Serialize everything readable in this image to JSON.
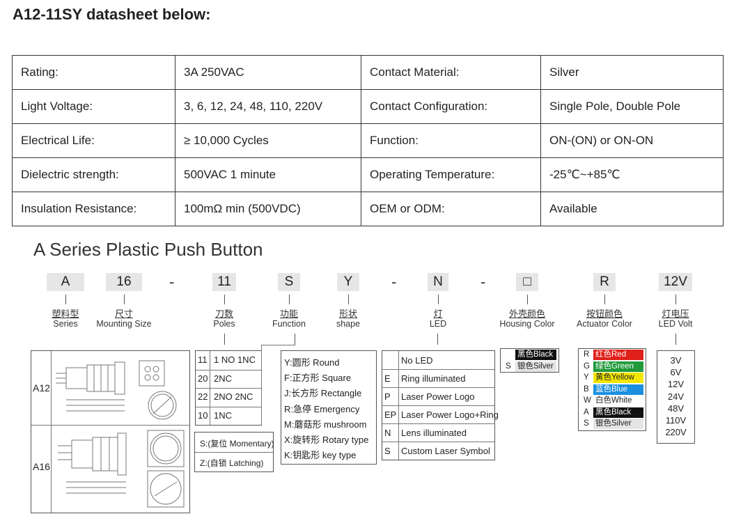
{
  "title": "A12-11SY datasheet below:",
  "spec_rows": [
    [
      "Rating:",
      "3A 250VAC",
      "Contact Material:",
      "Silver"
    ],
    [
      "Light Voltage:",
      "3, 6, 12, 24, 48, 110, 220V",
      "Contact Configuration:",
      "Single Pole, Double Pole"
    ],
    [
      "Electrical Life:",
      "≥ 10,000 Cycles",
      "Function:",
      "ON-(ON) or ON-ON"
    ],
    [
      "Dielectric strength:",
      "500VAC 1 minute",
      "Operating Temperature:",
      "-25℃~+85℃"
    ],
    [
      "Insulation Resistance:",
      "100mΩ min (500VDC)",
      "OEM or ODM:",
      "Available"
    ]
  ],
  "series_title": "A Series Plastic  Push Button",
  "code": {
    "parts": [
      "A",
      "16",
      "11",
      "S",
      "Y",
      "N",
      "□",
      "R",
      "12V"
    ],
    "dash": "-"
  },
  "labels": [
    {
      "cn": "塑料型",
      "en": "Series"
    },
    {
      "cn": "尺寸",
      "en": "Mounting Size"
    },
    {
      "cn": "刀数",
      "en": "Poles"
    },
    {
      "cn": "功能",
      "en": "Function"
    },
    {
      "cn": "形状",
      "en": "shape"
    },
    {
      "cn": "灯",
      "en": "LED"
    },
    {
      "cn": "外壳颜色",
      "en": "Housing Color"
    },
    {
      "cn": "按钮颜色",
      "en": "Actuator Color"
    },
    {
      "cn": "灯电压",
      "en": "LED Volt"
    }
  ],
  "sizes": [
    "A12",
    "A16"
  ],
  "poles": [
    {
      "code": "11",
      "text": "1 NO 1NC"
    },
    {
      "code": "20",
      "text": "2NC"
    },
    {
      "code": "22",
      "text": "2NO 2NC"
    },
    {
      "code": "10",
      "text": "1NC"
    }
  ],
  "functions": [
    "S:(复位 Momentary)",
    "Z:(自锁 Latching)"
  ],
  "shapes": [
    "Y:圆形 Round",
    "F:正方形 Square",
    "J:长方形 Rectangle",
    "R:急停 Emergency",
    "M:蘑菇形 mushroom",
    "X:旋转形 Rotary type",
    "K:钥匙形  key type"
  ],
  "leds": [
    {
      "code": "",
      "text": "No LED"
    },
    {
      "code": "E",
      "text": "Ring illuminated"
    },
    {
      "code": "P",
      "text": "Laser Power Logo"
    },
    {
      "code": "EP",
      "text": "Laser Power Logo+Ring"
    },
    {
      "code": "N",
      "text": "Lens illuminated"
    },
    {
      "code": "S",
      "text": "Custom Laser Symbol"
    }
  ],
  "housing": [
    {
      "code": "",
      "text": "黑色Black",
      "bg": "#111111",
      "fg": "#ffffff"
    },
    {
      "code": "S",
      "text": "银色Silver",
      "bg": "#e4e4e4",
      "fg": "#222222"
    }
  ],
  "actuator": [
    {
      "code": "R",
      "text": "红色Red",
      "bg": "#e0201b",
      "fg": "#ffffff"
    },
    {
      "code": "G",
      "text": "绿色Green",
      "bg": "#1f9a3a",
      "fg": "#ffffff"
    },
    {
      "code": "Y",
      "text": "黄色Yellow",
      "bg": "#f3e600",
      "fg": "#222222"
    },
    {
      "code": "B",
      "text": "蓝色Blue",
      "bg": "#1a8fe0",
      "fg": "#ffffff"
    },
    {
      "code": "W",
      "text": "白色White",
      "bg": "#ffffff",
      "fg": "#222222"
    },
    {
      "code": "A",
      "text": "黑色Black",
      "bg": "#111111",
      "fg": "#ffffff"
    },
    {
      "code": "S",
      "text": "银色Silver",
      "bg": "#e4e4e4",
      "fg": "#222222"
    }
  ],
  "volts": [
    "3V",
    "6V",
    "12V",
    "24V",
    "48V",
    "110V",
    "220V"
  ]
}
